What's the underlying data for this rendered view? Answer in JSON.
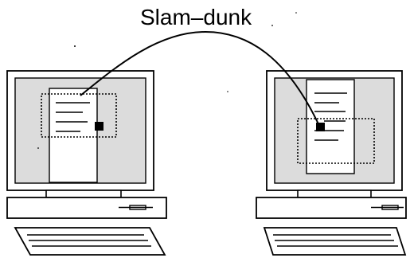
{
  "title": "Slam–dunk",
  "colors": {
    "ink": "#000000",
    "screen_fill": "#dcdcdc",
    "paper": "#ffffff"
  },
  "computers": [
    {
      "id": "source",
      "role": "dragged-from"
    },
    {
      "id": "target",
      "role": "dropped-on"
    }
  ]
}
